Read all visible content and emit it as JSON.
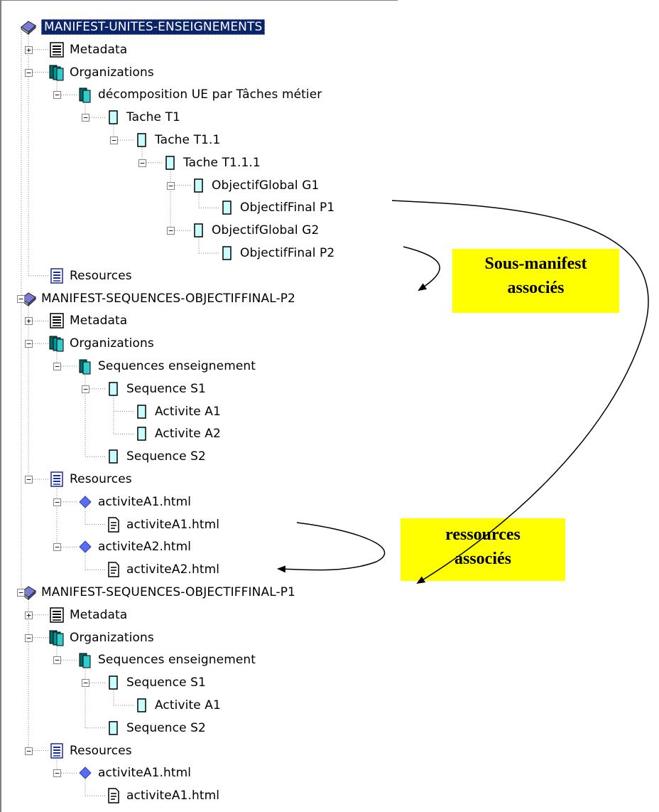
{
  "tree": [
    {
      "label": "MANIFEST-UNITES-ENSEIGNEMENTS",
      "icon": "manifest-book-icon",
      "selected": true
    },
    {
      "label": "Metadata",
      "icon": "metadata-doc-icon"
    },
    {
      "label": "Organizations",
      "icon": "organizations-icon"
    },
    {
      "label": "décomposition UE par Tâches métier",
      "icon": "organization-icon"
    },
    {
      "label": "Tache T1",
      "icon": "item-icon"
    },
    {
      "label": "Tache T1.1",
      "icon": "item-icon"
    },
    {
      "label": "Tache T1.1.1",
      "icon": "item-icon"
    },
    {
      "label": "ObjectifGlobal G1",
      "icon": "item-icon"
    },
    {
      "label": "ObjectifFinal P1",
      "icon": "item-icon"
    },
    {
      "label": "ObjectifGlobal G2",
      "icon": "item-icon"
    },
    {
      "label": "ObjectifFinal P2",
      "icon": "item-icon"
    },
    {
      "label": "Resources",
      "icon": "resources-icon"
    },
    {
      "label": "MANIFEST-SEQUENCES-OBJECTIFFINAL-P2",
      "icon": "manifest-book-icon"
    },
    {
      "label": "Metadata",
      "icon": "metadata-doc-icon"
    },
    {
      "label": "Organizations",
      "icon": "organizations-icon"
    },
    {
      "label": "Sequences enseignement",
      "icon": "organization-icon"
    },
    {
      "label": "Sequence S1",
      "icon": "item-icon"
    },
    {
      "label": "Activite A1",
      "icon": "item-icon"
    },
    {
      "label": "Activite A2",
      "icon": "item-icon"
    },
    {
      "label": "Sequence S2",
      "icon": "item-icon"
    },
    {
      "label": "Resources",
      "icon": "resources-icon"
    },
    {
      "label": "activiteA1.html",
      "icon": "resource-diamond-icon"
    },
    {
      "label": "activiteA1.html",
      "icon": "file-icon"
    },
    {
      "label": "activiteA2.html",
      "icon": "resource-diamond-icon"
    },
    {
      "label": "activiteA2.html",
      "icon": "file-icon"
    },
    {
      "label": "MANIFEST-SEQUENCES-OBJECTIFFINAL-P1",
      "icon": "manifest-book-icon"
    },
    {
      "label": "Metadata",
      "icon": "metadata-doc-icon"
    },
    {
      "label": "Organizations",
      "icon": "organizations-icon"
    },
    {
      "label": "Sequences enseignement",
      "icon": "organization-icon"
    },
    {
      "label": "Sequence S1",
      "icon": "item-icon"
    },
    {
      "label": "Activite A1",
      "icon": "item-icon"
    },
    {
      "label": "Sequence S2",
      "icon": "item-icon"
    },
    {
      "label": "Resources",
      "icon": "resources-icon"
    },
    {
      "label": "activiteA1.html",
      "icon": "resource-diamond-icon"
    },
    {
      "label": "activiteA1.html",
      "icon": "file-icon"
    }
  ],
  "callouts": {
    "sous_manifest": {
      "line1": "Sous-manifest",
      "line2": "associés"
    },
    "ressources": {
      "line1": "ressources",
      "line2": "associés"
    }
  },
  "colors": {
    "callout_bg": "#ffff00",
    "selection_bg": "#0a246a",
    "item_icon_fill": "#c8ffff",
    "teal": "#009999"
  }
}
